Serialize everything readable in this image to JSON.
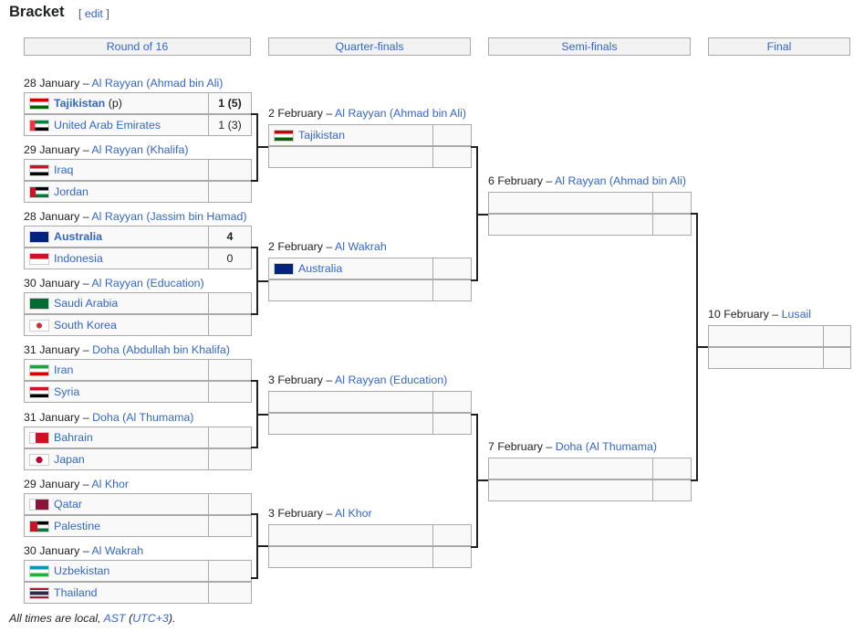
{
  "section": {
    "title": "Bracket",
    "edit_open": "[ ",
    "edit": "edit",
    "edit_close": " ]"
  },
  "rounds": [
    "Round of 16",
    "Quarter-finals",
    "Semi-finals",
    "Final"
  ],
  "sep": " – ",
  "r16": [
    {
      "date": "28 January",
      "venue": "Al Rayyan (Ahmad bin Ali)",
      "t1": {
        "name": "Tajikistan",
        "suffix": " (p)",
        "score": "1 (5)",
        "win": true,
        "flag": "tajikistan-flag-icon"
      },
      "t2": {
        "name": "United Arab Emirates",
        "suffix": "",
        "score": "1 (3)",
        "win": false,
        "flag": "uae-flag-icon"
      }
    },
    {
      "date": "29 January",
      "venue": "Al Rayyan (Khalifa)",
      "t1": {
        "name": "Iraq",
        "suffix": "",
        "score": "",
        "win": false,
        "flag": "iraq-flag-icon"
      },
      "t2": {
        "name": "Jordan",
        "suffix": "",
        "score": "",
        "win": false,
        "flag": "jordan-flag-icon"
      }
    },
    {
      "date": "28 January",
      "venue": "Al Rayyan (Jassim bin Hamad)",
      "t1": {
        "name": "Australia",
        "suffix": "",
        "score": "4",
        "win": true,
        "flag": "australia-flag-icon"
      },
      "t2": {
        "name": "Indonesia",
        "suffix": "",
        "score": "0",
        "win": false,
        "flag": "indonesia-flag-icon"
      }
    },
    {
      "date": "30 January",
      "venue": "Al Rayyan (Education)",
      "t1": {
        "name": "Saudi Arabia",
        "suffix": "",
        "score": "",
        "win": false,
        "flag": "saudi-arabia-flag-icon"
      },
      "t2": {
        "name": "South Korea",
        "suffix": "",
        "score": "",
        "win": false,
        "flag": "south-korea-flag-icon"
      }
    },
    {
      "date": "31 January",
      "venue": "Doha (Abdullah bin Khalifa)",
      "t1": {
        "name": "Iran",
        "suffix": "",
        "score": "",
        "win": false,
        "flag": "iran-flag-icon"
      },
      "t2": {
        "name": "Syria",
        "suffix": "",
        "score": "",
        "win": false,
        "flag": "syria-flag-icon"
      }
    },
    {
      "date": "31 January",
      "venue": "Doha (Al Thumama)",
      "t1": {
        "name": "Bahrain",
        "suffix": "",
        "score": "",
        "win": false,
        "flag": "bahrain-flag-icon"
      },
      "t2": {
        "name": "Japan",
        "suffix": "",
        "score": "",
        "win": false,
        "flag": "japan-flag-icon"
      }
    },
    {
      "date": "29 January",
      "venue": "Al Khor",
      "t1": {
        "name": "Qatar",
        "suffix": "",
        "score": "",
        "win": false,
        "flag": "qatar-flag-icon"
      },
      "t2": {
        "name": "Palestine",
        "suffix": "",
        "score": "",
        "win": false,
        "flag": "palestine-flag-icon"
      }
    },
    {
      "date": "30 January",
      "venue": "Al Wakrah",
      "t1": {
        "name": "Uzbekistan",
        "suffix": "",
        "score": "",
        "win": false,
        "flag": "uzbekistan-flag-icon"
      },
      "t2": {
        "name": "Thailand",
        "suffix": "",
        "score": "",
        "win": false,
        "flag": "thailand-flag-icon"
      }
    }
  ],
  "qf": [
    {
      "date": "2 February",
      "venue": "Al Rayyan (Ahmad bin Ali)",
      "t1": {
        "name": "Tajikistan",
        "flag": "tajikistan-flag-icon"
      },
      "t2": {
        "name": ""
      }
    },
    {
      "date": "2 February",
      "venue": "Al Wakrah",
      "t1": {
        "name": "Australia",
        "flag": "australia-flag-icon"
      },
      "t2": {
        "name": ""
      }
    },
    {
      "date": "3 February",
      "venue": "Al Rayyan (Education)",
      "t1": {
        "name": ""
      },
      "t2": {
        "name": ""
      }
    },
    {
      "date": "3 February",
      "venue": "Al Khor",
      "t1": {
        "name": ""
      },
      "t2": {
        "name": ""
      }
    }
  ],
  "sf": [
    {
      "date": "6 February",
      "venue": "Al Rayyan (Ahmad bin Ali)"
    },
    {
      "date": "7 February",
      "venue": "Doha (Al Thumama)"
    }
  ],
  "final": {
    "date": "10 February",
    "venue": "Lusail"
  },
  "footnote": {
    "prefix": "All times are local, ",
    "ast": "AST",
    "open": " (",
    "utc": "UTC+3",
    "close": ")."
  }
}
